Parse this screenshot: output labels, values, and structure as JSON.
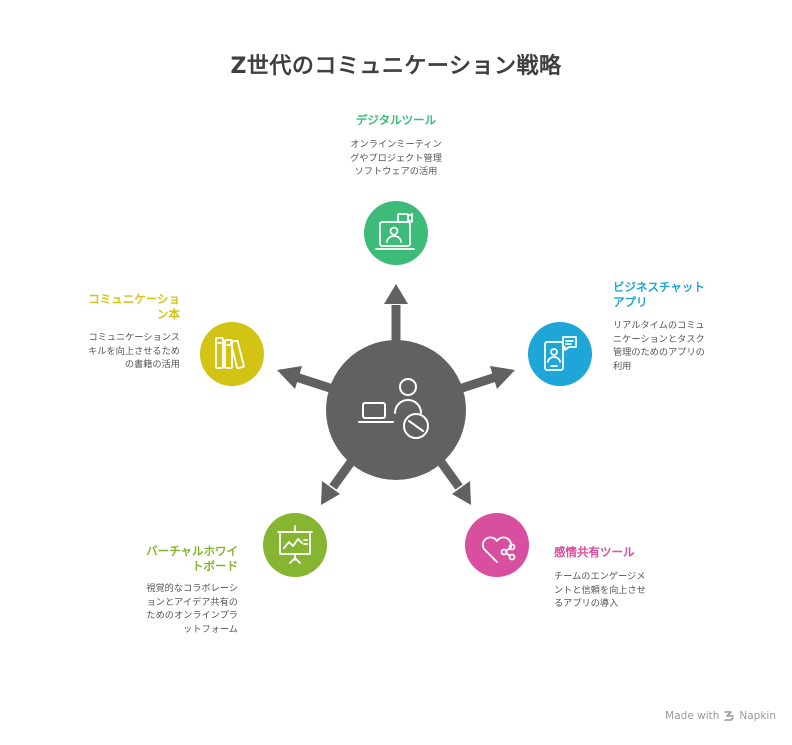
{
  "title": "Z世代のコミュニケーション戦略",
  "colors": {
    "center": "#616161",
    "green": "#3dbb78",
    "blue": "#1ea6d8",
    "yellow": "#d3c315",
    "lime": "#86b532",
    "pink": "#d94fa0"
  },
  "nodes": {
    "digital": {
      "title": "デジタルツール",
      "desc": [
        "オンラインミーティン",
        "グやプロジェクト管理",
        "ソフトウェアの活用"
      ],
      "icon": "video-conference-icon"
    },
    "business_chat": {
      "title": [
        "ビジネスチャット",
        "アプリ"
      ],
      "desc": [
        "リアルタイムのコミュ",
        "ニケーションとタスク",
        "管理のためのアプリの",
        "利用"
      ],
      "icon": "mobile-chat-icon"
    },
    "books": {
      "title": [
        "コミュニケーショ",
        "ン本"
      ],
      "desc": [
        "コミュニケーションス",
        "キルを向上させるため",
        "の書籍の活用"
      ],
      "icon": "books-icon"
    },
    "whiteboard": {
      "title": [
        "バーチャルホワイ",
        "トボード"
      ],
      "desc": [
        "視覚的なコラボレーシ",
        "ョンとアイデア共有の",
        "ためのオンラインプラ",
        "ットフォーム"
      ],
      "icon": "presentation-board-icon"
    },
    "emotion": {
      "title": "感情共有ツール",
      "desc": [
        "チームのエンゲージメ",
        "ントと信頼を向上させ",
        "るアプリの導入"
      ],
      "icon": "heart-share-icon"
    }
  },
  "footer": {
    "made_with": "Made with",
    "brand": "Napkin"
  }
}
